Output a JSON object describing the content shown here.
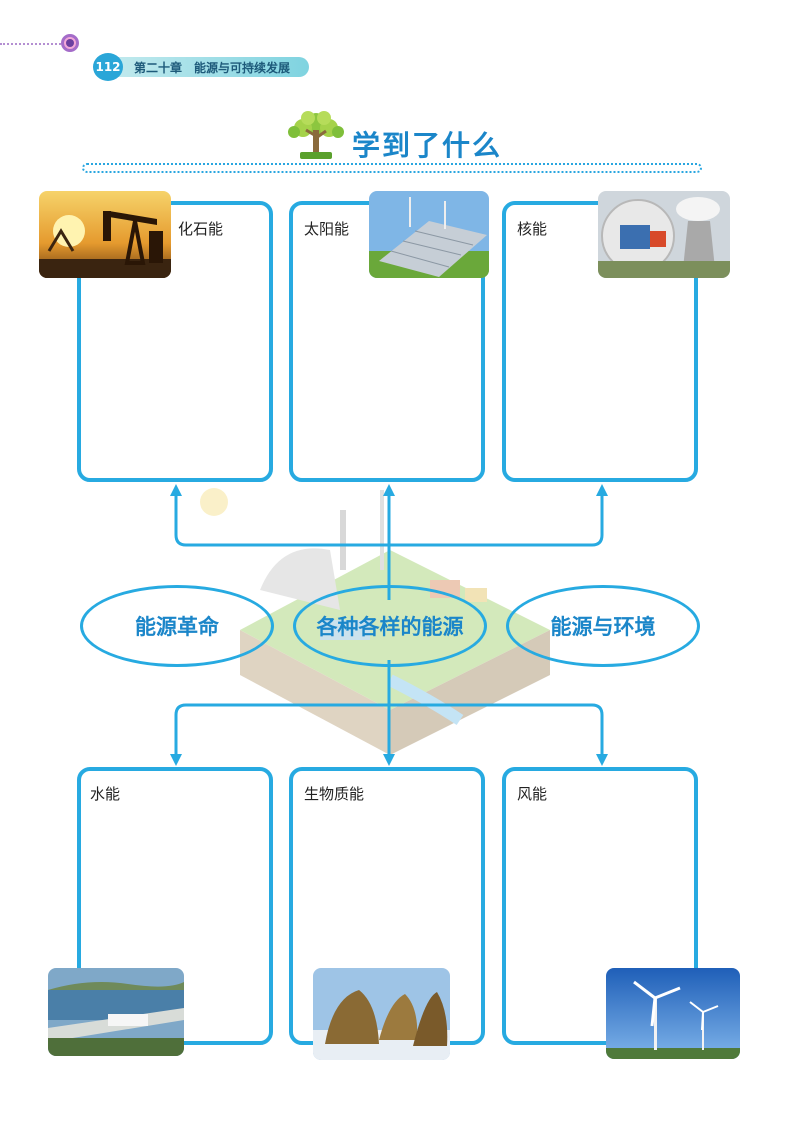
{
  "header": {
    "page_number": "112",
    "chapter": "第二十章　能源与可持续发展"
  },
  "section_title": "学到了什么",
  "center_topics": {
    "left": "能源革命",
    "center": "各种各样的能源",
    "right": "能源与环境"
  },
  "top_boxes": [
    {
      "label": "化石能",
      "image": "oil-pump-photo"
    },
    {
      "label": "太阳能",
      "image": "solar-panels-photo"
    },
    {
      "label": "核能",
      "image": "nuclear-plant-photo"
    }
  ],
  "bottom_boxes": [
    {
      "label": "水能",
      "image": "hydro-dam-photo"
    },
    {
      "label": "生物质能",
      "image": "straw-stacks-photo"
    },
    {
      "label": "风能",
      "image": "wind-turbines-photo"
    }
  ],
  "colors": {
    "accent": "#27aae1",
    "title": "#1b86c9"
  }
}
